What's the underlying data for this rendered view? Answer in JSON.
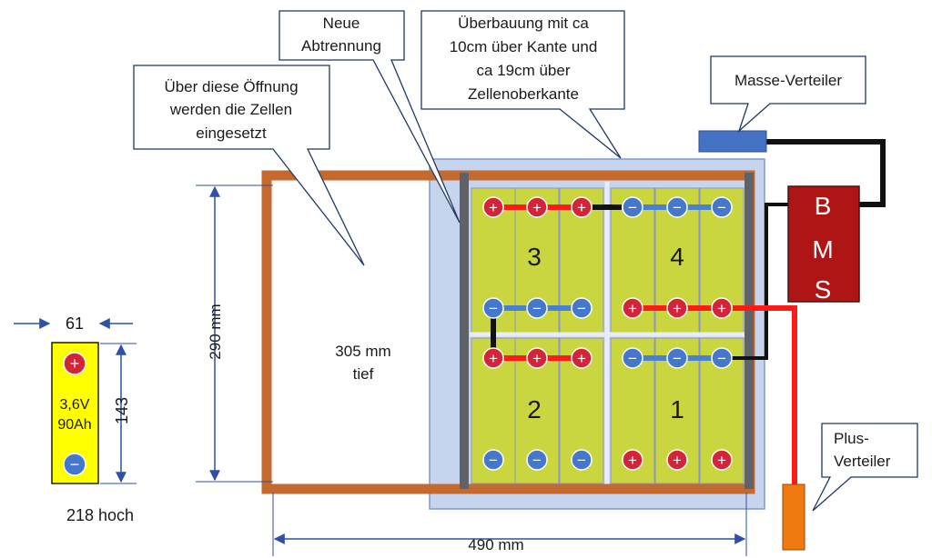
{
  "colors": {
    "frame": "#c46a2f",
    "cover_fill": "#c7d4ee",
    "cover_stroke": "#7f98cc",
    "partition": "#5f6368",
    "cell": "#c9d63f",
    "cell_stroke": "#8a96c8",
    "positive": "#d4243a",
    "negative": "#4478cc",
    "cable_red": "#ff1a1a",
    "cable_blue": "#4a80d0",
    "cable_black": "#111111",
    "bms": "#b01515",
    "ground_bar": "#4472c4",
    "plus_bar": "#f07a10",
    "dimension": "#2f4fa8"
  },
  "callouts": {
    "opening": [
      "Über diese Öffnung",
      "werden die Zellen",
      "eingesetzt"
    ],
    "partition": [
      "Neue",
      "Abtrennung"
    ],
    "cover": [
      "Überbauung mit ca",
      "10cm über Kante und",
      "ca 19cm über",
      "Zellenoberkante"
    ],
    "ground": [
      "Masse-Verteiler"
    ],
    "plus": [
      "Plus-",
      "Verteiler"
    ]
  },
  "dimensions": {
    "height": "290 mm",
    "depth": [
      "305 mm",
      "tief"
    ],
    "width": "490 mm"
  },
  "cell_detail": {
    "width": "61",
    "height": "143",
    "voltage": "3,6V",
    "capacity": "90Ah",
    "tall": "218 hoch"
  },
  "packs": [
    {
      "label": "3",
      "top": "+",
      "bottom": "−"
    },
    {
      "label": "4",
      "top": "−",
      "bottom": "+"
    },
    {
      "label": "2",
      "top": "+",
      "bottom": "−"
    },
    {
      "label": "1",
      "top": "−",
      "bottom": "+"
    }
  ],
  "bms": {
    "letters": [
      "B",
      "M",
      "S"
    ]
  },
  "terminal_symbols": {
    "plus": "+",
    "minus": "−"
  }
}
